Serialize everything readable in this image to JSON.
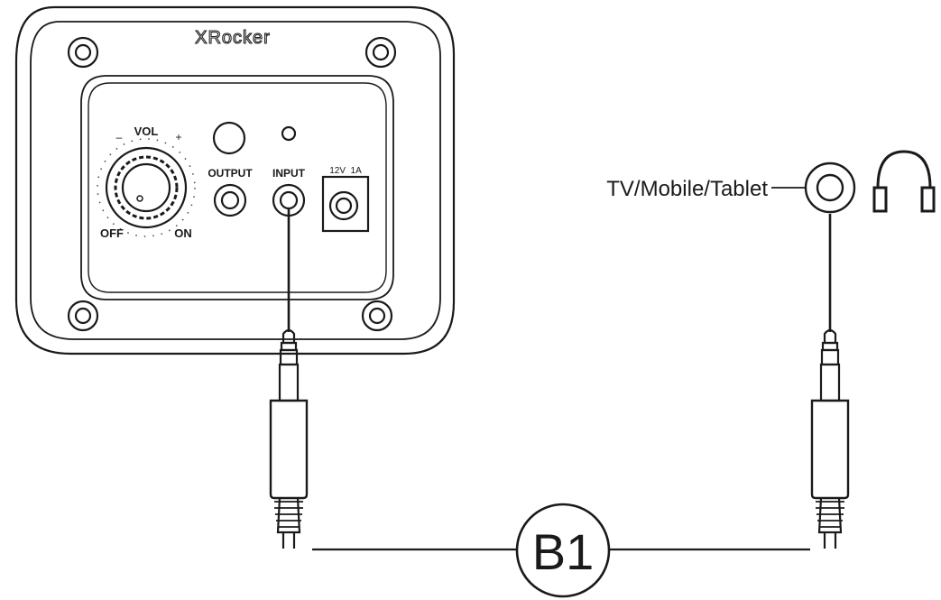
{
  "panel": {
    "brand": "XRocker",
    "vol_label": "VOL",
    "off_label": "OFF",
    "on_label": "ON",
    "minus_mark": "–",
    "plus_mark": "+",
    "output_label": "OUTPUT",
    "input_label": "INPUT",
    "power_label": "12V  1A"
  },
  "source": {
    "label": "TV/Mobile/Tablet",
    "icon": "headphones-icon"
  },
  "cable": {
    "label": "B1"
  }
}
